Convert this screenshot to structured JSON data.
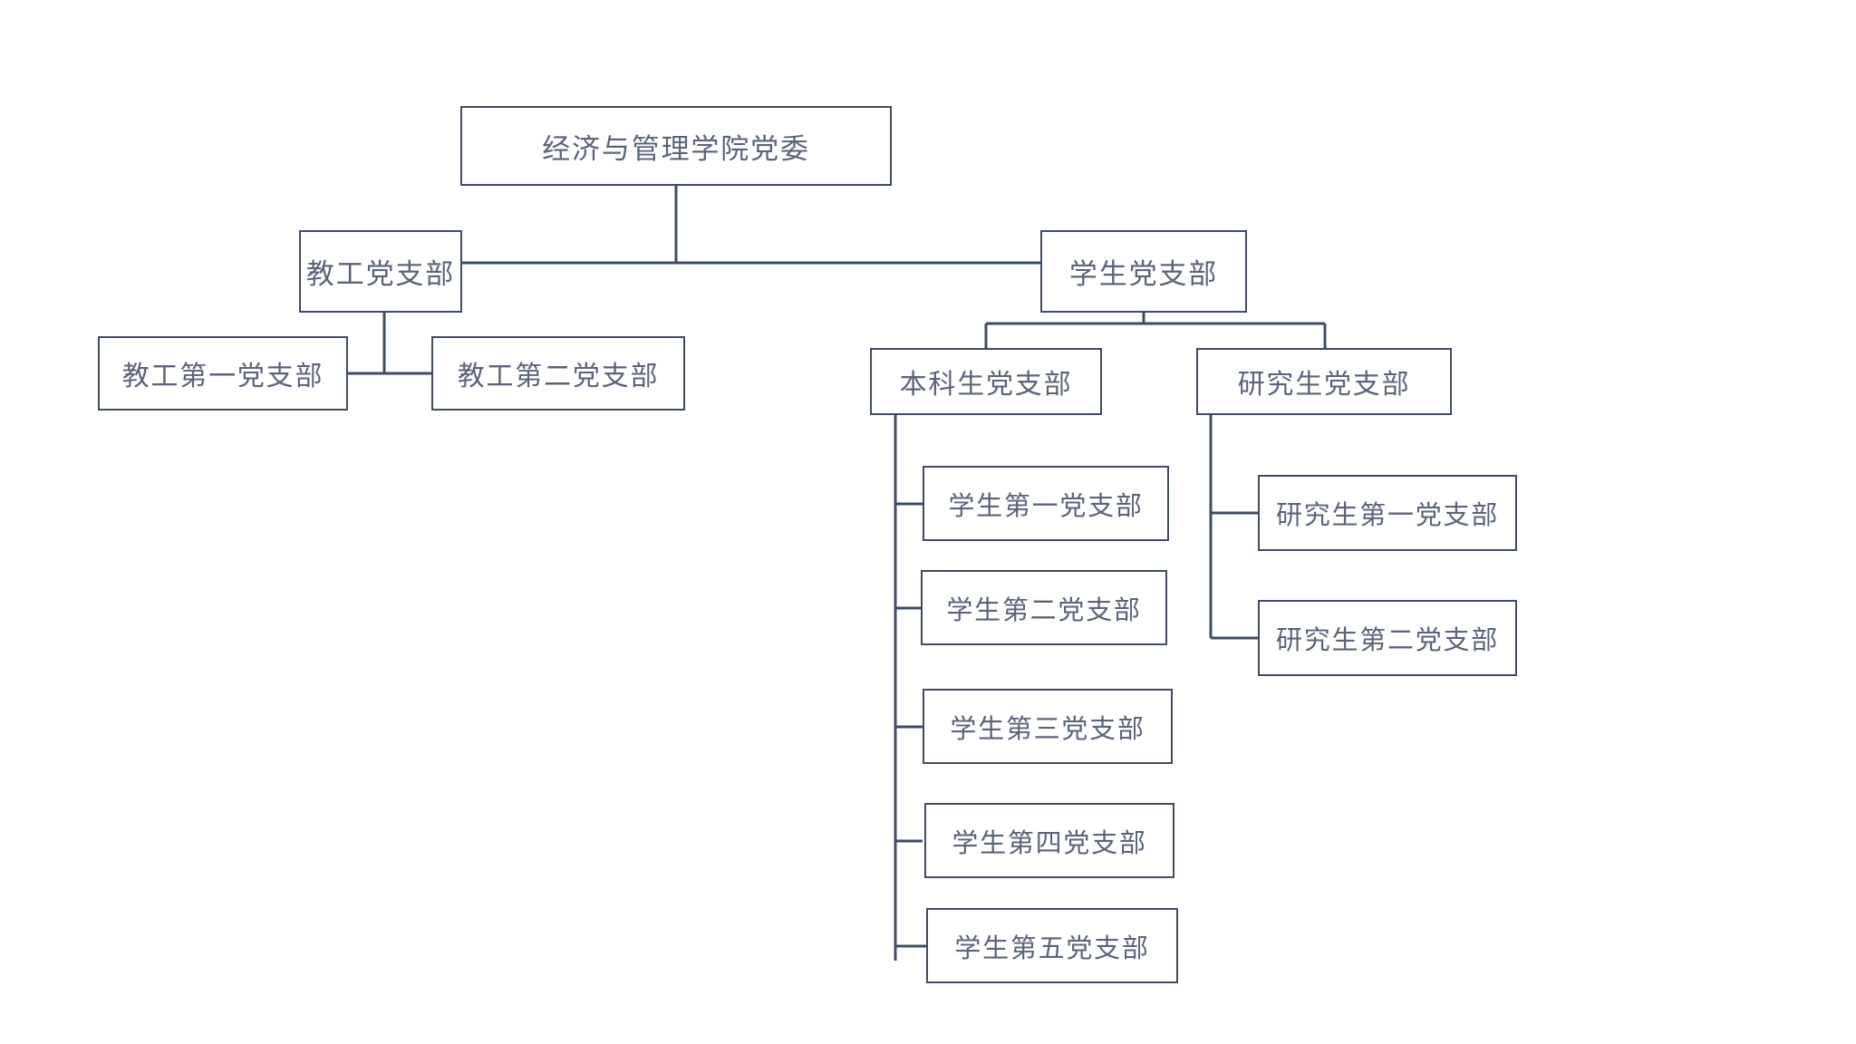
{
  "diagram": {
    "type": "organization-chart",
    "title_node": "经济与管理学院党委",
    "colors": {
      "line": "#3f4c63",
      "box_border": "#3f4c63",
      "text": "#5b6479",
      "background": "#ffffff"
    },
    "nodes": {
      "root": "经济与管理学院党委",
      "faculty_branch": "教工党支部",
      "student_branch": "学生党支部",
      "faculty_first": "教工第一党支部",
      "faculty_second": "教工第二党支部",
      "undergrad_branch": "本科生党支部",
      "graduate_branch": "研究生党支部",
      "student_first": "学生第一党支部",
      "student_second": "学生第二党支部",
      "student_third": "学生第三党支部",
      "student_fourth": "学生第四党支部",
      "student_fifth": "学生第五党支部",
      "graduate_first": "研究生第一党支部",
      "graduate_second": "研究生第二党支部"
    }
  }
}
